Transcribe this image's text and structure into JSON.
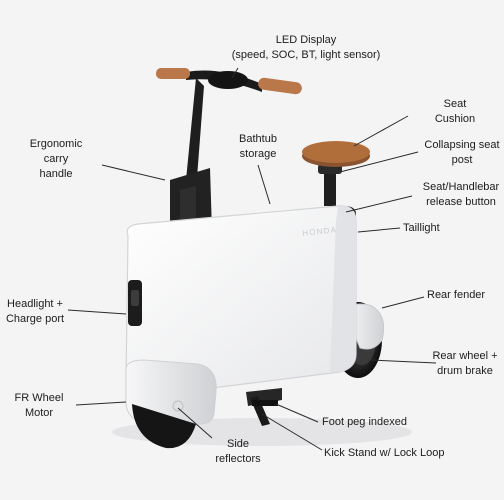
{
  "labels": {
    "led_display": "LED Display\n(speed, SOC, BT, light sensor)",
    "seat_cushion": "Seat\nCushion",
    "collapsing_seat_post": "Collapsing seat\npost",
    "seat_handlebar_release": "Seat/Handlebar\nrelease button",
    "taillight": "Taillight",
    "ergonomic_carry_handle": "Ergonomic\ncarry\nhandle",
    "bathtub_storage": "Bathtub\nstorage",
    "headlight_charge_port": "Headlight +\nCharge port",
    "rear_fender": "Rear fender",
    "rear_wheel_drum_brake": "Rear wheel +\ndrum brake",
    "fr_wheel_motor": "FR Wheel\nMotor",
    "side_reflectors": "Side\nreflectors",
    "foot_peg_indexed": "Foot peg indexed",
    "kick_stand_lock_loop": "Kick Stand w/ Lock Loop"
  },
  "brand_mark": "HONDA",
  "colors": {
    "body": "#ffffff",
    "body_shadow": "#d9dadc",
    "dark": "#1e1e1e",
    "grip": "#b9774a",
    "seat": "#b06e3b",
    "leader": "#2a2a2a",
    "background": "#f4f4f5"
  }
}
